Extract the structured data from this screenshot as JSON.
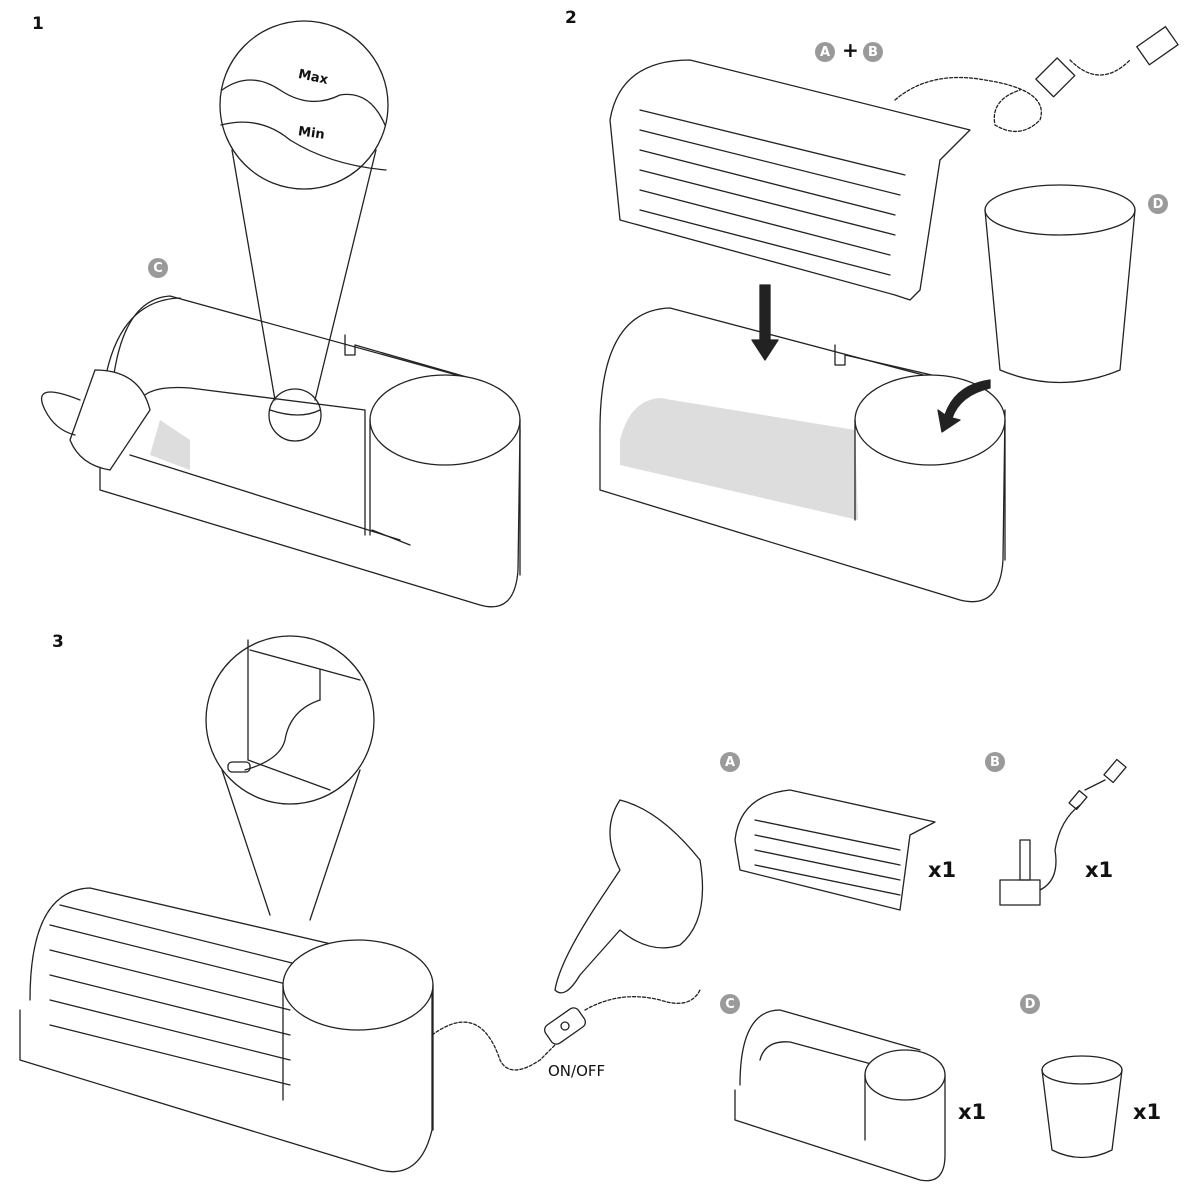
{
  "steps": {
    "step1": {
      "number": "1",
      "badge": "C",
      "zoom_labels": {
        "max": "Max",
        "min": "Min"
      }
    },
    "step2": {
      "number": "2",
      "badge_a": "A",
      "plus": "+",
      "badge_b": "B",
      "badge_d": "D"
    },
    "step3": {
      "number": "3",
      "switch_label": "ON/OFF"
    }
  },
  "parts": [
    {
      "badge": "A",
      "quantity": "x1"
    },
    {
      "badge": "B",
      "quantity": "x1"
    },
    {
      "badge": "C",
      "quantity": "x1"
    },
    {
      "badge": "D",
      "quantity": "x1"
    }
  ],
  "colors": {
    "badge": "#9a9a9a",
    "line": "#222222",
    "water": "#dddddd"
  }
}
